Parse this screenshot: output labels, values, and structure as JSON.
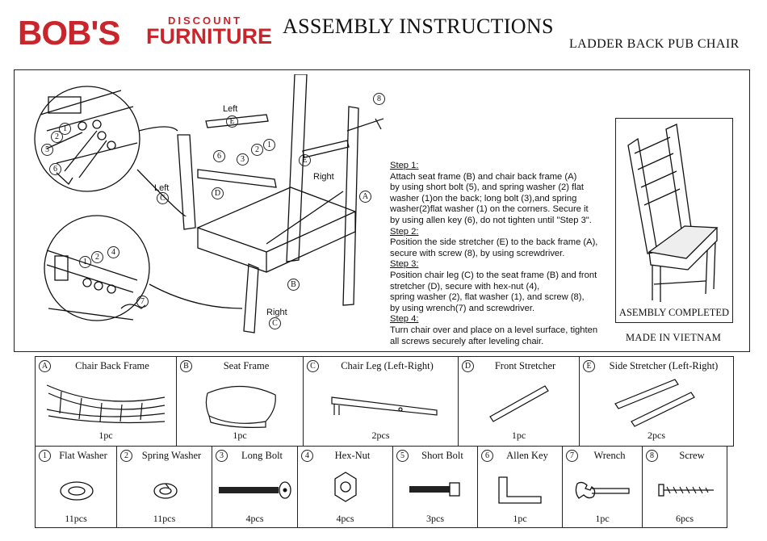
{
  "header": {
    "brand_bobs": "BOB'S",
    "brand_discount": "DISCOUNT",
    "brand_furniture": "FURNITURE",
    "title": "ASSEMBLY INSTRUCTIONS",
    "subtitle": "LADDER BACK PUB CHAIR"
  },
  "diagram": {
    "labels": {
      "left_e": "Left",
      "left_c": "Left",
      "right_e": "Right",
      "right_c": "Right"
    },
    "letters": {
      "a": "A",
      "b": "B",
      "c": "C",
      "d": "D",
      "e": "E"
    },
    "numbers": [
      "1",
      "2",
      "3",
      "4",
      "5",
      "6",
      "7",
      "8"
    ]
  },
  "steps": [
    {
      "title": "Step 1:",
      "lines": [
        "Attach seat frame (B) and chair back frame (A)",
        "by using short bolt (5), and spring washer (2) flat",
        "washer (1)on the back; long bolt (3),and spring",
        "washer(2)flat washer (1) on the corners. Secure it",
        "by using allen key (6), do not tighten until \"Step 3\"."
      ]
    },
    {
      "title": "Step 2:",
      "lines": [
        "Position the side stretcher (E) to the back frame (A),",
        "secure with screw (8), by using screwdriver."
      ]
    },
    {
      "title": "Step 3:",
      "lines": [
        "Position chair leg (C) to the seat frame (B) and front",
        "stretcher (D), secure with hex-nut (4),",
        "spring washer (2), flat washer (1), and screw (8),",
        "by using wrench(7) and screwdriver."
      ]
    },
    {
      "title": "Step 4:",
      "lines": [
        "Turn chair over and place on a level surface, tighten",
        "all screws securely after leveling chair."
      ]
    }
  ],
  "completed": {
    "label": "ASEMBLY COMPLETED",
    "made_in": "MADE IN VIETNAM"
  },
  "parts_major": [
    {
      "id": "A",
      "name": "Chair Back Frame",
      "qty": "1pc",
      "icon": "chair-back-frame-icon"
    },
    {
      "id": "B",
      "name": "Seat Frame",
      "qty": "1pc",
      "icon": "seat-frame-icon"
    },
    {
      "id": "C",
      "name": "Chair Leg (Left-Right)",
      "qty": "2pcs",
      "icon": "chair-leg-icon"
    },
    {
      "id": "D",
      "name": "Front Stretcher",
      "qty": "1pc",
      "icon": "front-stretcher-icon"
    },
    {
      "id": "E",
      "name": "Side Stretcher (Left-Right)",
      "qty": "2pcs",
      "icon": "side-stretcher-icon"
    }
  ],
  "parts_hardware": [
    {
      "id": "1",
      "name": "Flat Washer",
      "qty": "11pcs",
      "icon": "flat-washer-icon"
    },
    {
      "id": "2",
      "name": "Spring Washer",
      "qty": "11pcs",
      "icon": "spring-washer-icon"
    },
    {
      "id": "3",
      "name": "Long Bolt",
      "qty": "4pcs",
      "icon": "long-bolt-icon"
    },
    {
      "id": "4",
      "name": "Hex-Nut",
      "qty": "4pcs",
      "icon": "hex-nut-icon"
    },
    {
      "id": "5",
      "name": "Short Bolt",
      "qty": "3pcs",
      "icon": "short-bolt-icon"
    },
    {
      "id": "6",
      "name": "Allen Key",
      "qty": "1pc",
      "icon": "allen-key-icon"
    },
    {
      "id": "7",
      "name": "Wrench",
      "qty": "1pc",
      "icon": "wrench-icon"
    },
    {
      "id": "8",
      "name": "Screw",
      "qty": "6pcs",
      "icon": "screw-icon"
    }
  ],
  "colors": {
    "brand_red": "#c8262c",
    "ink": "#111111"
  }
}
